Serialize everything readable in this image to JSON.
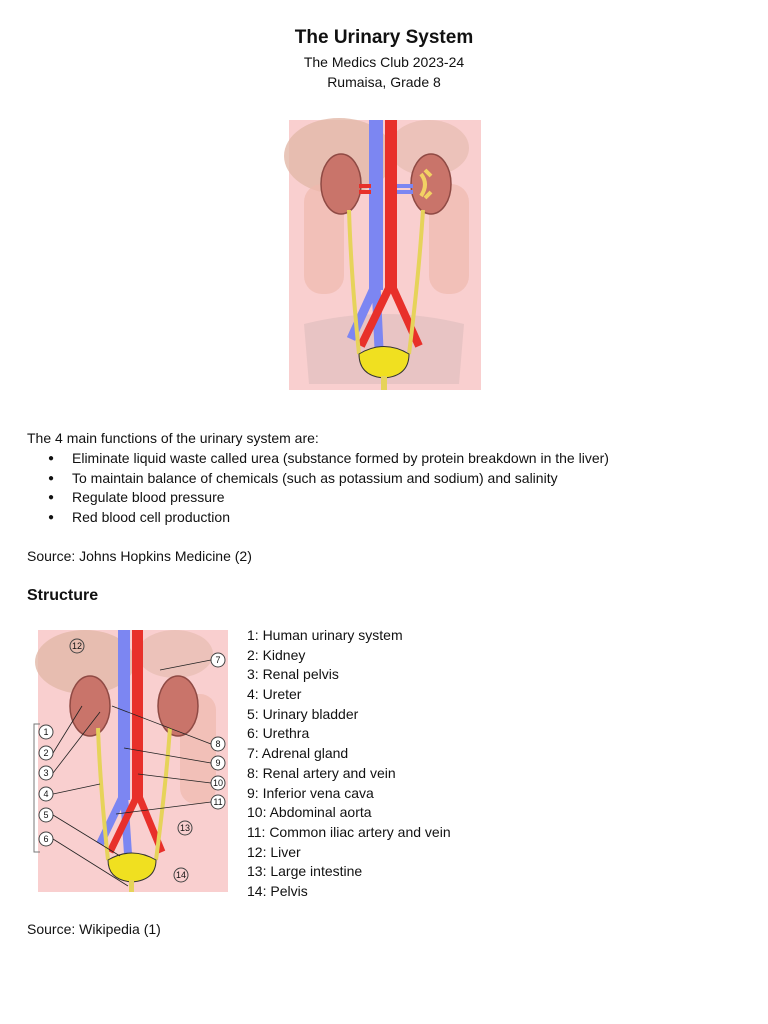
{
  "header": {
    "title": "The Urinary System",
    "subtitle1": "The Medics Club 2023-24",
    "subtitle2": "Rumaisa, Grade 8"
  },
  "functions": {
    "intro": "The 4 main functions of the urinary system are:",
    "items": [
      "Eliminate liquid waste called urea (substance formed by protein breakdown in the liver)",
      "To maintain balance of chemicals (such as potassium and sodium) and salinity",
      "Regulate blood pressure",
      "Red blood cell production"
    ],
    "source": "Source: Johns Hopkins Medicine (2)"
  },
  "structure": {
    "heading": "Structure",
    "parts": [
      "1: Human urinary system",
      "2: Kidney",
      "3: Renal pelvis",
      "4: Ureter",
      "5: Urinary bladder",
      "6: Urethra",
      "7: Adrenal gland",
      "8: Renal artery and vein",
      "9: Inferior vena cava",
      "10: Abdominal aorta",
      "11: Common iliac artery and vein",
      "12: Liver",
      "13: Large intestine",
      "14: Pelvis"
    ],
    "diagram_callouts": [
      "1",
      "2",
      "3",
      "4",
      "5",
      "6",
      "7",
      "8",
      "9",
      "10",
      "11",
      "12",
      "13",
      "14"
    ],
    "source": "Source: Wikipedia (1)"
  }
}
